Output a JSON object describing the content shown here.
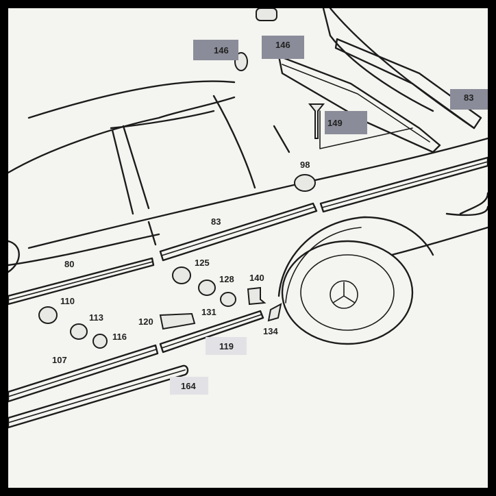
{
  "callouts": {
    "c146_top": "146",
    "c146_right": "146",
    "c149": "149",
    "c83_corner": "83",
    "c98": "98",
    "c83": "83",
    "c80": "80",
    "c125": "125",
    "c128": "128",
    "c140": "140",
    "c110": "110",
    "c113": "113",
    "c116": "116",
    "c120": "120",
    "c131": "131",
    "c134": "134",
    "c119": "119",
    "c107": "107",
    "c164": "164"
  },
  "colors": {
    "paper": "#f4f4f0",
    "ink": "#1c1c1c",
    "label_highlight": "#8a8c99",
    "label_light": "#e2e2e6"
  }
}
